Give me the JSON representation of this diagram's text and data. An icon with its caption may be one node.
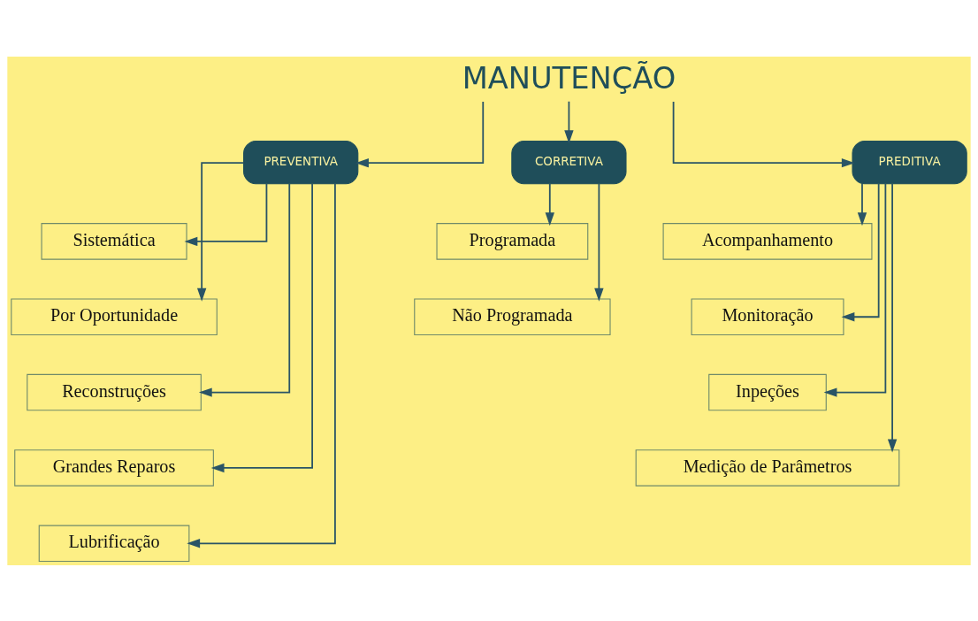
{
  "diagram": {
    "nodes": [
      {
        "text": [
          "MANUTENÇÃO"
        ]
      },
      {
        "text": [
          "PREVENTIVA"
        ]
      },
      {
        "text": [
          "CORRETIVA"
        ]
      },
      {
        "text": [
          "PREDITIVA"
        ]
      },
      {
        "text": [
          "Sistemática"
        ]
      },
      {
        "text": [
          "Por Oportunidade"
        ]
      },
      {
        "text": [
          "Reconstruções"
        ]
      },
      {
        "text": [
          "Grandes Reparos"
        ]
      },
      {
        "text": [
          "Lubrificação"
        ]
      },
      {
        "text": [
          "Programada"
        ]
      },
      {
        "text": [
          "Não Programada"
        ]
      },
      {
        "text": [
          "Acompanhamento"
        ]
      },
      {
        "text": [
          "Monitoração"
        ]
      },
      {
        "text": [
          "Inpeções"
        ]
      },
      {
        "text": [
          "Medição de Parâmetros"
        ]
      }
    ],
    "edges": [
      {
        "from": 0,
        "to": 1,
        "arrow": "to"
      },
      {
        "from": 0,
        "to": 2,
        "arrow": "to"
      },
      {
        "from": 0,
        "to": 3,
        "arrow": "to"
      },
      {
        "from": 1,
        "to": 4,
        "arrow": "to"
      },
      {
        "from": 1,
        "to": 5,
        "arrow": "to"
      },
      {
        "from": 1,
        "to": 6,
        "arrow": "to"
      },
      {
        "from": 1,
        "to": 7,
        "arrow": "to"
      },
      {
        "from": 1,
        "to": 8,
        "arrow": "to"
      },
      {
        "from": 2,
        "to": 9,
        "arrow": "to"
      },
      {
        "from": 2,
        "to": 10,
        "arrow": "to"
      },
      {
        "from": 3,
        "to": 11,
        "arrow": "to"
      },
      {
        "from": 3,
        "to": 12,
        "arrow": "to"
      },
      {
        "from": 3,
        "to": 13,
        "arrow": "to"
      },
      {
        "from": 3,
        "to": 14,
        "arrow": "to"
      }
    ]
  }
}
